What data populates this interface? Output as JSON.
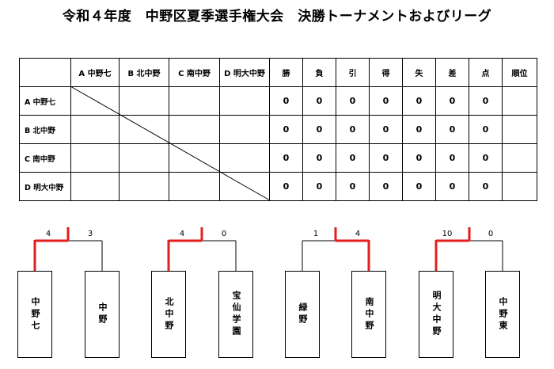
{
  "title": "令和４年度　中野区夏季選手権大会　決勝トーナメントおよびリーグ",
  "league": {
    "columns": [
      "",
      "A 中野七",
      "B 北中野",
      "C 南中野",
      "D 明大中野",
      "勝",
      "負",
      "引",
      "得",
      "失",
      "差",
      "点",
      "順位"
    ],
    "rows": [
      {
        "team": "A 中野七",
        "stats": [
          "0",
          "0",
          "0",
          "0",
          "0",
          "0",
          "0"
        ],
        "rank": ""
      },
      {
        "team": "B 北中野",
        "stats": [
          "0",
          "0",
          "0",
          "0",
          "0",
          "0",
          "0"
        ],
        "rank": ""
      },
      {
        "team": "C 南中野",
        "stats": [
          "0",
          "0",
          "0",
          "0",
          "0",
          "0",
          "0"
        ],
        "rank": ""
      },
      {
        "team": "D 明大中野",
        "stats": [
          "0",
          "0",
          "0",
          "0",
          "0",
          "0",
          "0"
        ],
        "rank": ""
      }
    ]
  },
  "tournament": {
    "winner_color": "#e31e1e",
    "matches": [
      {
        "left": {
          "name": "中野七",
          "score": "4"
        },
        "right": {
          "name": "中野",
          "score": "3"
        },
        "winner": "left"
      },
      {
        "left": {
          "name": "北中野",
          "score": "4"
        },
        "right": {
          "name": "宝仙学園",
          "score": "0"
        },
        "winner": "left"
      },
      {
        "left": {
          "name": "緑野",
          "score": "1"
        },
        "right": {
          "name": "南中野",
          "score": "4"
        },
        "winner": "right"
      },
      {
        "left": {
          "name": "明大中野",
          "score": "10"
        },
        "right": {
          "name": "中野東",
          "score": "0"
        },
        "winner": "left"
      }
    ]
  }
}
